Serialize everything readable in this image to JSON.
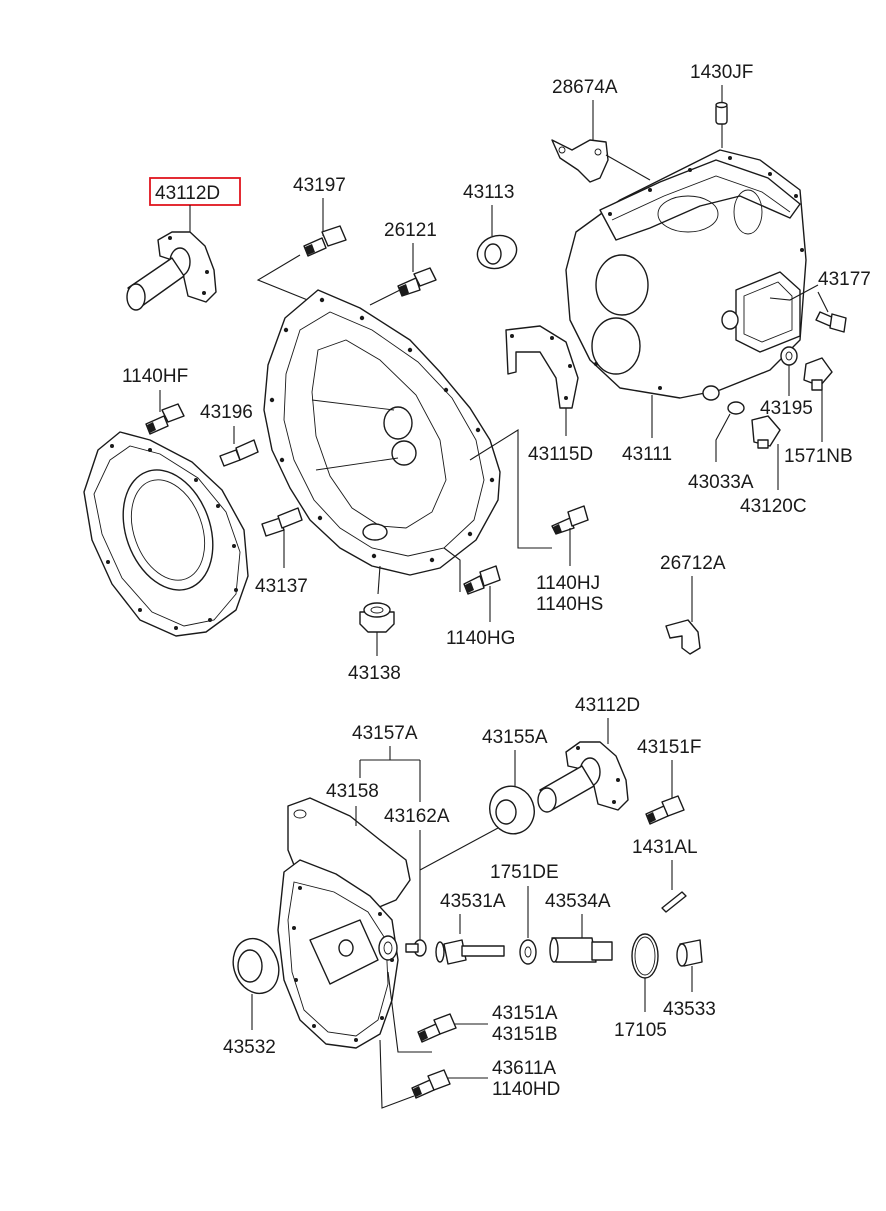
{
  "labels": {
    "p43112D_top": "43112D",
    "p43197": "43197",
    "p26121": "26121",
    "p43113": "43113",
    "p28674A": "28674A",
    "p1430JF": "1430JF",
    "p43177": "43177",
    "p1140HF": "1140HF",
    "p43196": "43196",
    "p43115D": "43115D",
    "p43111": "43111",
    "p43195": "43195",
    "p1571NB": "1571NB",
    "p43033A": "43033A",
    "p43120C": "43120C",
    "p43137": "43137",
    "p1140HJ": "1140HJ",
    "p1140HS": "1140HS",
    "p26712A": "26712A",
    "p1140HG": "1140HG",
    "p43138": "43138",
    "p43157A": "43157A",
    "p43155A": "43155A",
    "p43112D_bottom": "43112D",
    "p43151F": "43151F",
    "p43158": "43158",
    "p43162A": "43162A",
    "p1431AL": "1431AL",
    "p1751DE": "1751DE",
    "p43531A": "43531A",
    "p43534A": "43534A",
    "p43532": "43532",
    "p43533": "43533",
    "p17105": "17105",
    "p43151A": "43151A",
    "p43151B": "43151B",
    "p43611A": "43611A",
    "p1140HD": "1140HD"
  },
  "highlight": {
    "part": "43112D",
    "color": "#e0141e"
  }
}
